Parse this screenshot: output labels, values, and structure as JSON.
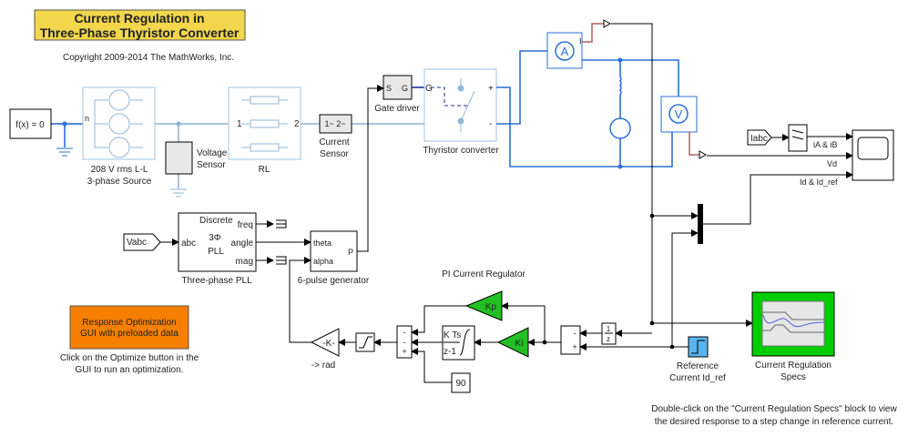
{
  "title": {
    "line1": "Current Regulation in",
    "line2": "Three-Phase Thyristor Converter",
    "bg_color": "#f2d64b"
  },
  "copyright": "Copyright 2009-2014 The MathWorks, Inc.",
  "blocks": {
    "fx": {
      "text": "f(x) = 0"
    },
    "source": {
      "label1": "208 V rms L-L",
      "label2": "3-phase Source",
      "port_n": "n"
    },
    "voltage_sensor": {
      "label1": "Voltage",
      "label2": "Sensor"
    },
    "rl": {
      "label": "RL",
      "port1": "1",
      "port2": "2"
    },
    "current_sensor": {
      "text": "1~  2~",
      "label1": "Current",
      "label2": "Sensor"
    },
    "gate_driver": {
      "port_s": "S",
      "port_g": "G",
      "label": "Gate driver"
    },
    "thyristor": {
      "label": "Thyristor converter",
      "port_g": "G",
      "port_plus": "+",
      "port_minus": "-"
    },
    "ammeter": {
      "symbol": "A",
      "port_i": "I"
    },
    "voltmeter": {
      "symbol": "V"
    },
    "pll": {
      "line1": "Discrete",
      "line2": "3Φ",
      "line3": "PLL",
      "in_abc": "abc",
      "out_freq": "freq",
      "out_angle": "angle",
      "out_mag": "mag",
      "label": "Three-phase PLL"
    },
    "vabc_from": {
      "text": "Vabc"
    },
    "pulse_gen": {
      "in_theta": "theta",
      "in_alpha": "alpha",
      "out_p": "P",
      "label": "6-pulse generator"
    },
    "iabc_from": {
      "text": "Iabc"
    },
    "scope": {
      "in1_label": "iA & iB",
      "in2_label": "Vd",
      "in3_label": "Id & Id_ref"
    },
    "optimization": {
      "line1": "Response Optimization",
      "line2": "GUI with preloaded data",
      "caption1": "Click on the Optimize button in the",
      "caption2": "GUI to run an optimization.",
      "color": "#f77f00"
    },
    "pi_label": "PI Current Regulator",
    "kp": {
      "text": "Kp"
    },
    "ki": {
      "text": "Ki"
    },
    "integrator": {
      "num": "K Ts",
      "den": "z-1"
    },
    "gain": {
      "text": "-K-",
      "label": "-> rad"
    },
    "constant": {
      "text": "90"
    },
    "sum3": {
      "signs": [
        "-",
        "-",
        "+"
      ]
    },
    "sum2": {
      "signs": [
        "-",
        "+"
      ]
    },
    "unit_delay": {
      "num": "1",
      "den": "z"
    },
    "step": {
      "label1": "Reference",
      "label2": "Current Id_ref",
      "color": "#5ab4f0"
    },
    "specs": {
      "label1": "Current Regulation",
      "label2": "Specs",
      "color": "#00cc00"
    }
  },
  "note": {
    "line1": "Double-click on the \"Current Regulation Specs\" block to view",
    "line2": "the desired response to a step change in reference current."
  }
}
